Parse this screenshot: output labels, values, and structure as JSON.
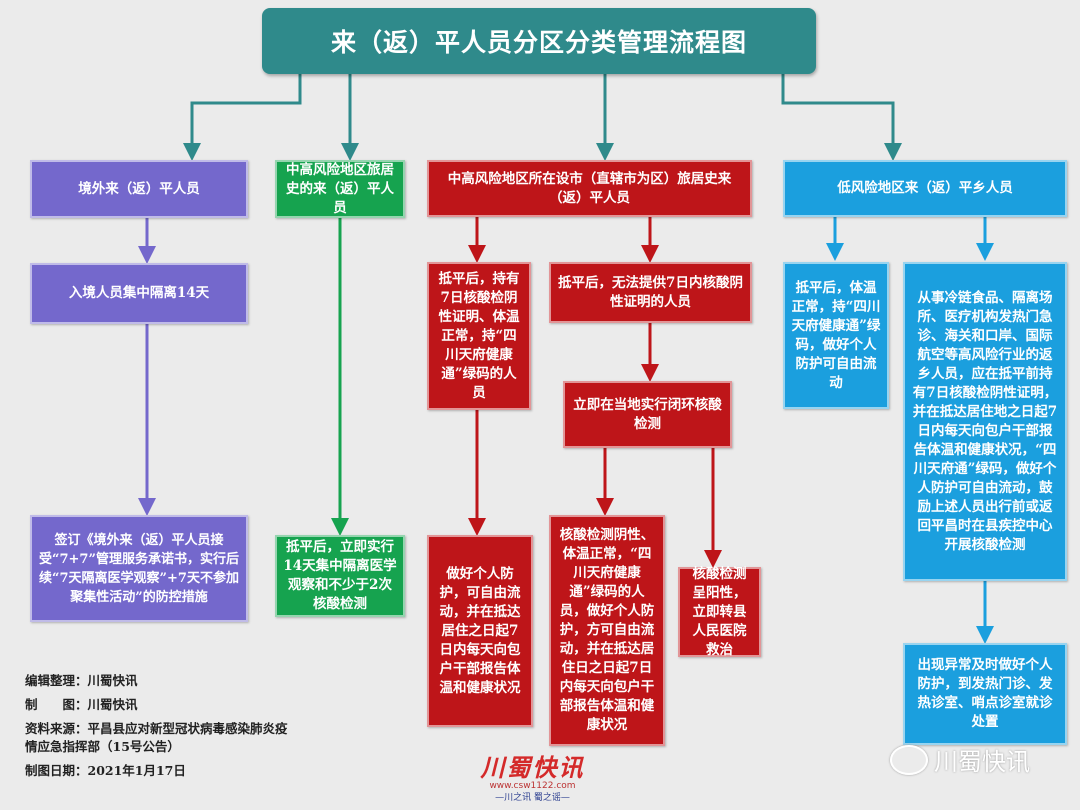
{
  "title": "来（返）平人员分区分类管理流程图",
  "colors": {
    "title": "#2f8a8b",
    "overseas": "#7468cc",
    "mid_high_risk": "#16a34f",
    "city": "#be1519",
    "low_risk": "#1b9fde"
  },
  "columns": {
    "overseas": {
      "header": "境外来（返）平人员",
      "step1": "入境人员集中隔离14天",
      "step2": "签订《境外来（返）平人员接受“7+7”管理服务承诺书，实行后续“7天隔离医学观察”+7天不参加聚集性活动”的防控措施"
    },
    "mid_high_risk": {
      "header": "中高风险地区旅居史的来（返）平人员",
      "step1": "抵平后，立即实行14天集中隔离医学观察和不少于2次核酸检测"
    },
    "city": {
      "header": "中高风险地区所在设市（直辖市为区）旅居史来（返）平人员",
      "with_cert": "抵平后，持有7日核酸检阴性证明、体温正常，持“四川天府健康通”绿码的人员",
      "with_cert_result": "做好个人防护，可自由流动，并在抵达居住之日起7日内每天向包户干部报告体温和健康状况",
      "no_cert": "抵平后，无法提供7日内核酸阴性证明的人员",
      "test": "立即在当地实行闭环核酸检测",
      "negative": "核酸检测阴性、体温正常，“四川天府健康通”绿码的人员，做好个人防护，方可自由流动，并在抵达居住日之日起7日内每天向包户干部报告体温和健康状况",
      "positive": "核酸检测呈阳性，立即转县人民医院救治"
    },
    "low_risk": {
      "header": "低风险地区来（返）平乡人员",
      "normal": "抵平后，体温正常，持“四川天府健康通”绿码，做好个人防护可自由流动",
      "high_risk_jobs": "从事冷链食品、隔离场所、医疗机构发热门急诊、海关和口岸、国际航空等高风险行业的返乡人员，应在抵平前持有7日核酸检阴性证明，并在抵达居住地之日起7日内每天向包户干部报告体温和健康状况，“四川天府通”绿码，做好个人防护可自由流动，鼓励上述人员出行前或返回平昌时在县疾控中心开展核酸检测",
      "abnormal": "出现异常及时做好个人防护，到发热门诊、发热诊室、哨点诊室就诊处置"
    }
  },
  "credits": {
    "editor": "编辑整理：川蜀快讯",
    "design": "制　　图：川蜀快讯",
    "source": "资料来源：平昌县应对新型冠状病毒感染肺炎疫情应急指挥部（15号公告）",
    "date": "制图日期：2021年1月17日"
  },
  "logo": {
    "name": "川蜀快讯",
    "url": "www.csw1122.com",
    "slogan": "—川之讯 蜀之谣—"
  },
  "watermark": "川蜀快讯"
}
